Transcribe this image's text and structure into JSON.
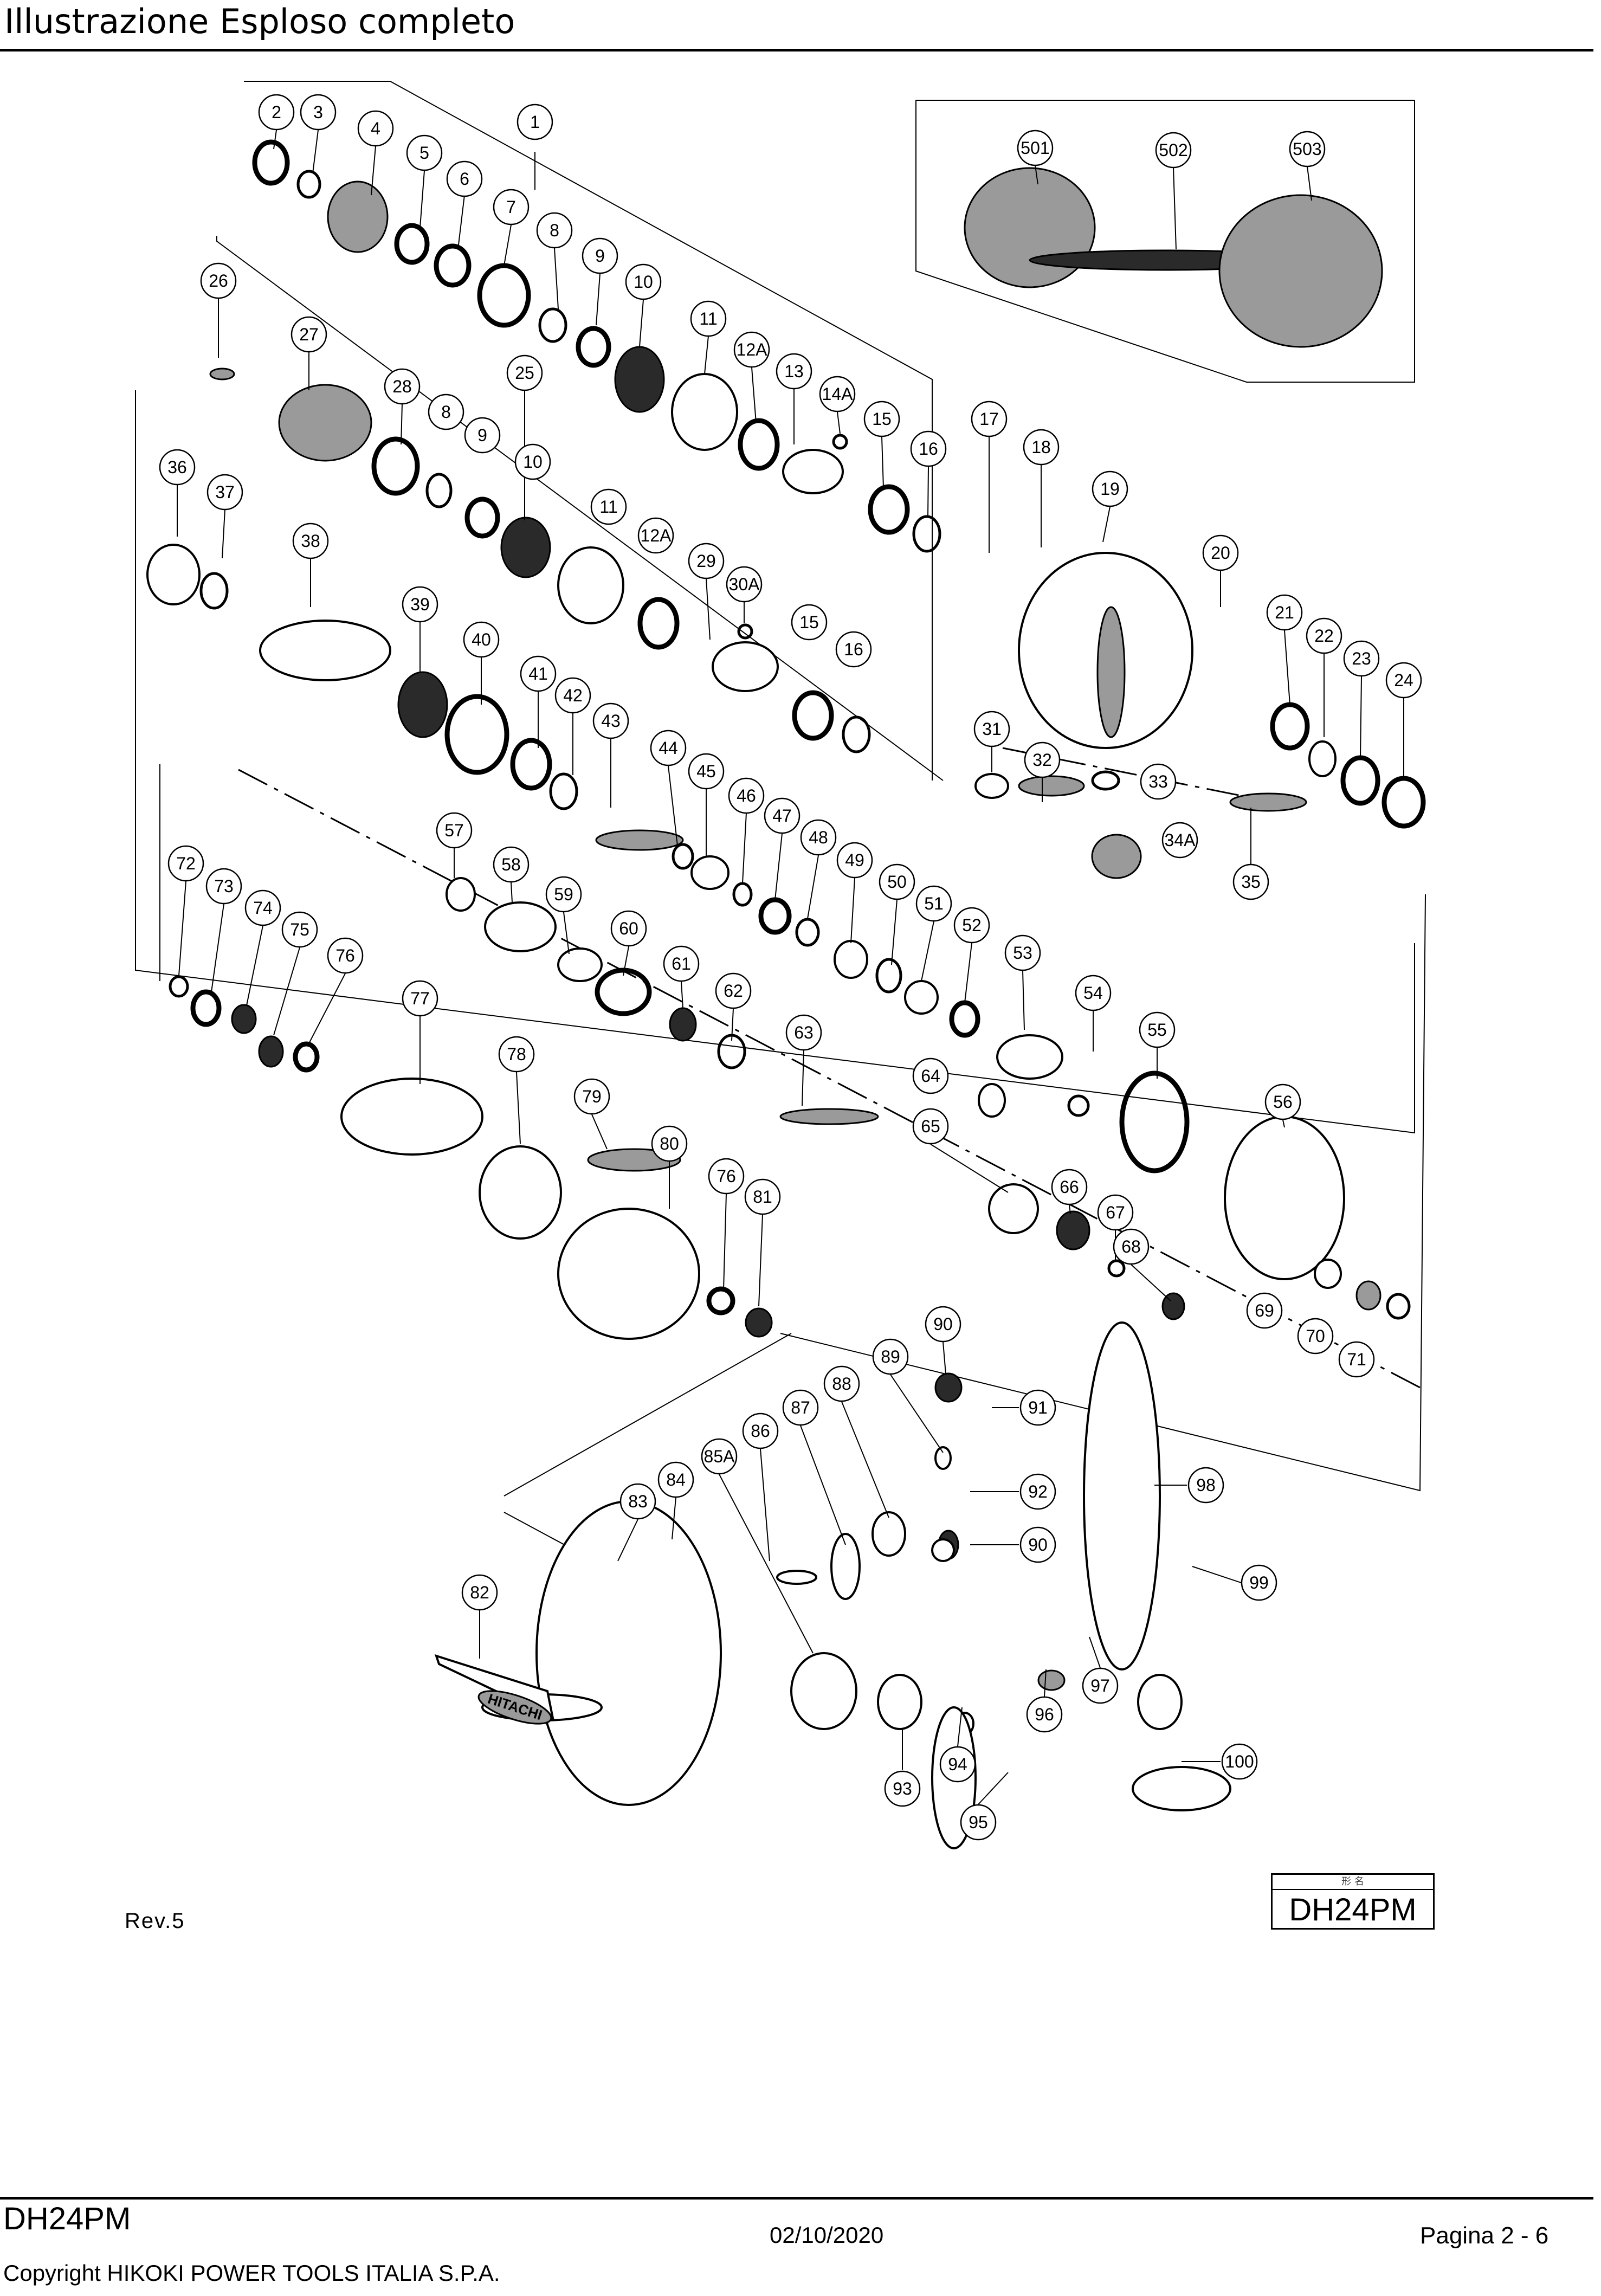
{
  "header": {
    "title": "Illustrazione  Esploso completo"
  },
  "diagram": {
    "callouts": [
      "1",
      "2",
      "3",
      "4",
      "5",
      "6",
      "7",
      "8",
      "9",
      "10",
      "11",
      "12A",
      "13",
      "14A",
      "15",
      "16",
      "17",
      "18",
      "19",
      "20",
      "21",
      "22",
      "23",
      "24",
      "25",
      "26",
      "27",
      "28",
      "29",
      "30A",
      "31",
      "32",
      "33",
      "34A",
      "35",
      "36",
      "37",
      "38",
      "39",
      "40",
      "41",
      "42",
      "43",
      "44",
      "45",
      "46",
      "47",
      "48",
      "49",
      "50",
      "51",
      "52",
      "53",
      "54",
      "55",
      "56",
      "57",
      "58",
      "59",
      "60",
      "61",
      "62",
      "63",
      "64",
      "65",
      "66",
      "67",
      "68",
      "69",
      "70",
      "71",
      "72",
      "73",
      "74",
      "75",
      "76",
      "77",
      "78",
      "79",
      "80",
      "81",
      "82",
      "83",
      "84",
      "85A",
      "86",
      "87",
      "88",
      "89",
      "90",
      "91",
      "92",
      "93",
      "94",
      "95",
      "96",
      "97",
      "98",
      "99",
      "100",
      "501",
      "502",
      "503"
    ],
    "logo_text": "HITACHI"
  },
  "revision": "Rev.5",
  "model_box": {
    "label_kanji": "形 名",
    "model": "DH24PM"
  },
  "footer": {
    "model": "DH24PM",
    "date": "02/10/2020",
    "page": "Pagina 2 - 6",
    "copyright": "Copyright HIKOKI POWER TOOLS ITALIA S.P.A."
  }
}
